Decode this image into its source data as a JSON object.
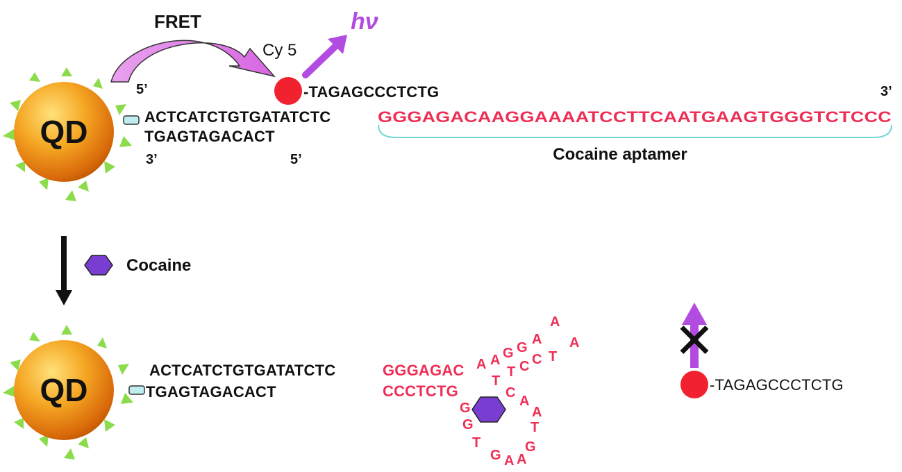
{
  "colors": {
    "aptamer": "#ee2e55",
    "emission_arrow": "#b24ce0",
    "fret_arrow": "#e06ee6",
    "cy5": "#f2212f",
    "cocaine": "#7a3dd1",
    "ligand": "#8bdc4a",
    "bracket": "#72d6d6"
  },
  "top": {
    "fret_label": "FRET",
    "cy5_label": "Cy 5",
    "hv_label": "hν",
    "qd_label": "QD",
    "five_prime_left": "5’",
    "three_prime_left": "3’",
    "five_prime_mid": "5’",
    "three_prime_right": "3’",
    "probe_strand": "-TAGAGCCCTCTG",
    "linker_strand": "ACTCATCTGTGATATCTC",
    "aptamer_strand": "GGGAGACAAGGAAAATCCTTCAATGAAGTGGGTCTCCC",
    "complement_strand": "TGAGTAGACACT",
    "aptamer_caption": "Cocaine aptamer"
  },
  "middle": {
    "cocaine_label": "Cocaine"
  },
  "bottom": {
    "qd_label": "QD",
    "linker_strand": "ACTCATCTGTGATATCTC",
    "aptamer_stem_top": "GGGAGAC",
    "aptamer_stem_bottom": "CCCTCTG",
    "complement_strand": "TGAGTAGACACT",
    "loop_letters": [
      "A",
      "A",
      "G",
      "G",
      "A",
      "A",
      "A",
      "T",
      "C",
      "C",
      "T",
      "T",
      "C",
      "A",
      "A",
      "T",
      "G",
      "A",
      "A",
      "G",
      "T",
      "G",
      "G"
    ],
    "cross_label": "✕",
    "released_probe": "-TAGAGCCCTCTG"
  }
}
